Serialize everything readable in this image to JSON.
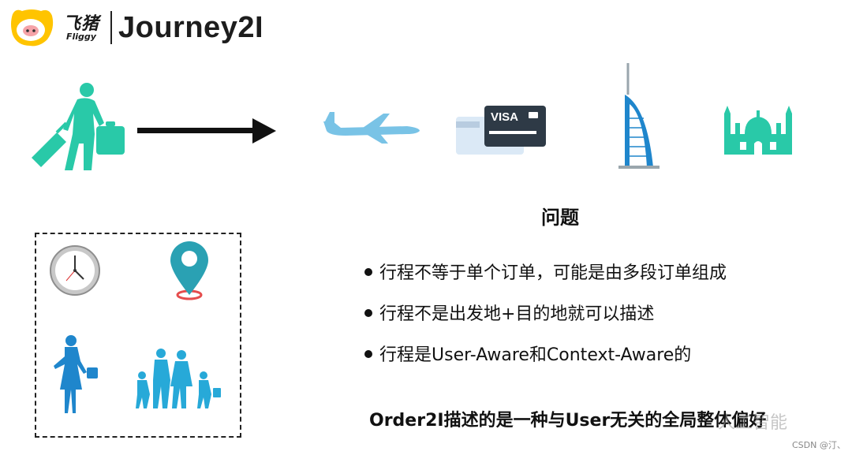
{
  "header": {
    "brand_cn": "飞猪",
    "brand_en": "Fliggy",
    "title": "Journey2I"
  },
  "visa_card": {
    "label": "VISA"
  },
  "problem": {
    "title": "问题",
    "bullets": [
      "行程不等于单个订单，可能是由多段订单组成",
      "行程不是出发地+目的地就可以描述",
      "行程是User-Aware和Context-Aware的"
    ]
  },
  "conclusion": "Order2I描述的是一种与User无关的全局整体偏好",
  "watermark": "人工智能",
  "footer": {
    "credit": "CSDN @汀、"
  },
  "icons": [
    "fliggy-logo-icon",
    "traveler-icon",
    "arrow-icon",
    "airplane-icon",
    "visa-card-icon",
    "burj-al-arab-icon",
    "mosque-icon",
    "clock-icon",
    "location-pin-icon",
    "woman-shopping-icon",
    "family-icon"
  ],
  "colors": {
    "teal": "#29c9a8",
    "sky": "#79c3e6",
    "blue": "#1f86cc",
    "logo_yellow": "#ffc400",
    "pin_red": "#e54d4d"
  }
}
